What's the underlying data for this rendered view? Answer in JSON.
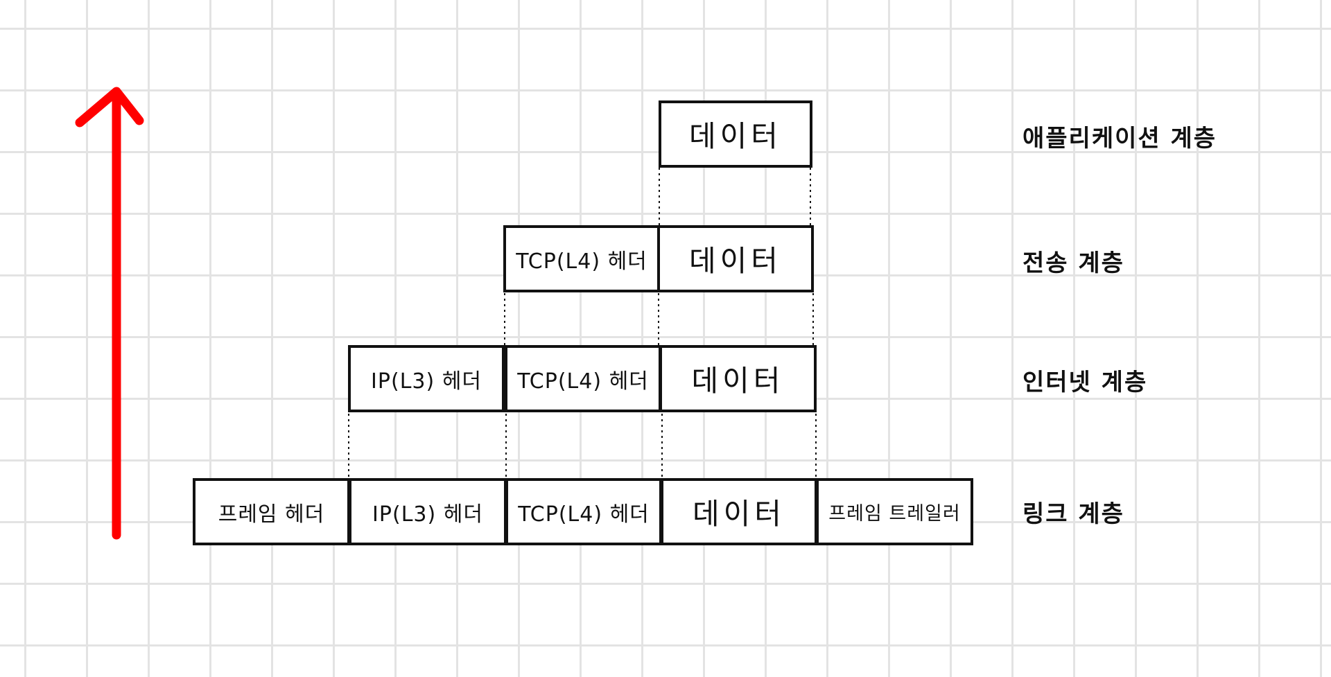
{
  "colors": {
    "arrow": "#ff0000",
    "box_border": "#111111",
    "grid": "#e3e3e3",
    "background": "#ffffff"
  },
  "arrow": {
    "icon": "arrow-up-icon",
    "direction": "up"
  },
  "layers": [
    {
      "label": "애플리케이션 계층",
      "boxes": [
        {
          "text": "데이터",
          "kind": "data"
        }
      ]
    },
    {
      "label": "전송 계층",
      "boxes": [
        {
          "text": "TCP(L4) 헤더",
          "kind": "header"
        },
        {
          "text": "데이터",
          "kind": "data"
        }
      ]
    },
    {
      "label": "인터넷 계층",
      "boxes": [
        {
          "text": "IP(L3) 헤더",
          "kind": "header"
        },
        {
          "text": "TCP(L4) 헤더",
          "kind": "header"
        },
        {
          "text": "데이터",
          "kind": "data"
        }
      ]
    },
    {
      "label": "링크 계층",
      "boxes": [
        {
          "text": "프레임 헤더",
          "kind": "header"
        },
        {
          "text": "IP(L3) 헤더",
          "kind": "header"
        },
        {
          "text": "TCP(L4) 헤더",
          "kind": "header"
        },
        {
          "text": "데이터",
          "kind": "data"
        },
        {
          "text": "프레임 트레일러",
          "kind": "trailer"
        }
      ]
    }
  ]
}
